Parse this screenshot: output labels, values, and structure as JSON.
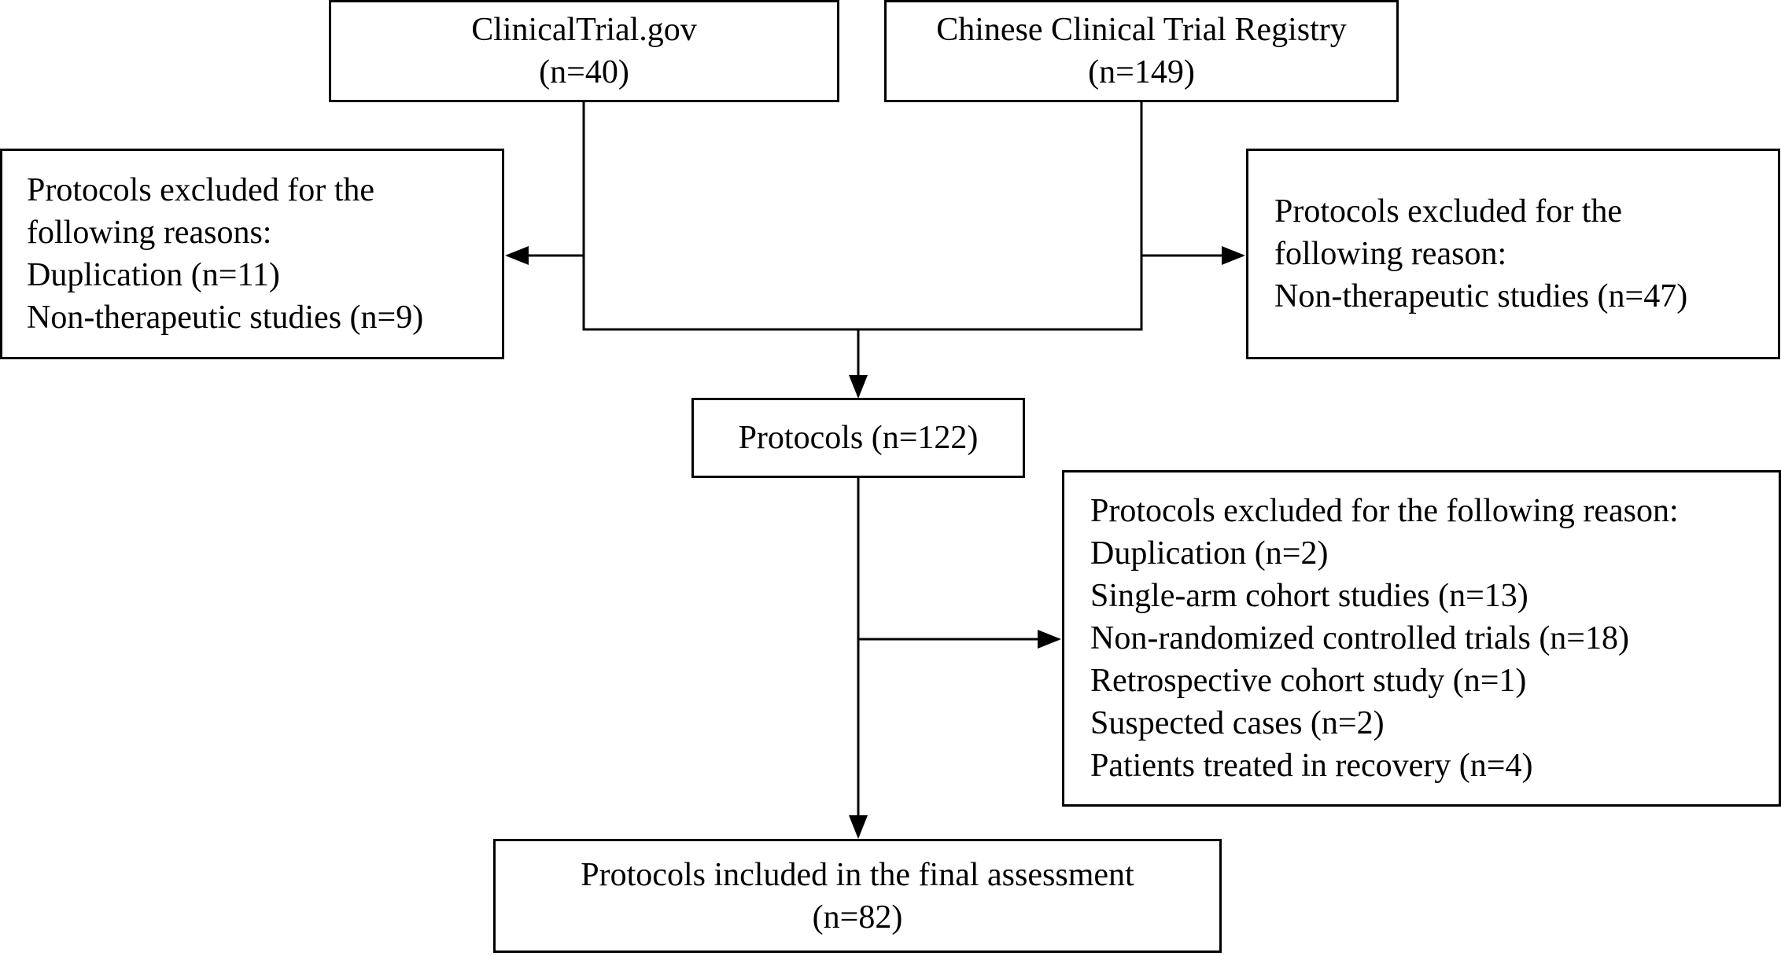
{
  "sources": {
    "clinicaltrials": {
      "title": "ClinicalTrial.gov",
      "count": "(n=40)"
    },
    "chictr": {
      "title": "Chinese Clinical Trial Registry",
      "count": "(n=149)"
    }
  },
  "exclusion_left": {
    "lines": [
      "Protocols excluded for the",
      "following reasons:",
      "Duplication (n=11)",
      "Non-therapeutic studies (n=9)"
    ]
  },
  "exclusion_right": {
    "lines": [
      "Protocols excluded for the",
      "following reason:",
      "Non-therapeutic studies (n=47)"
    ]
  },
  "pooled": {
    "label": "Protocols (n=122)"
  },
  "exclusion_second": {
    "lines": [
      "Protocols excluded for the following reason:",
      "Duplication (n=2)",
      "Single-arm cohort studies (n=13)",
      "Non-randomized controlled trials (n=18)",
      "Retrospective cohort study (n=1)",
      "Suspected cases (n=2)",
      "Patients treated in recovery (n=4)"
    ]
  },
  "final": {
    "title": "Protocols included in the final assessment",
    "count": "(n=82)"
  }
}
